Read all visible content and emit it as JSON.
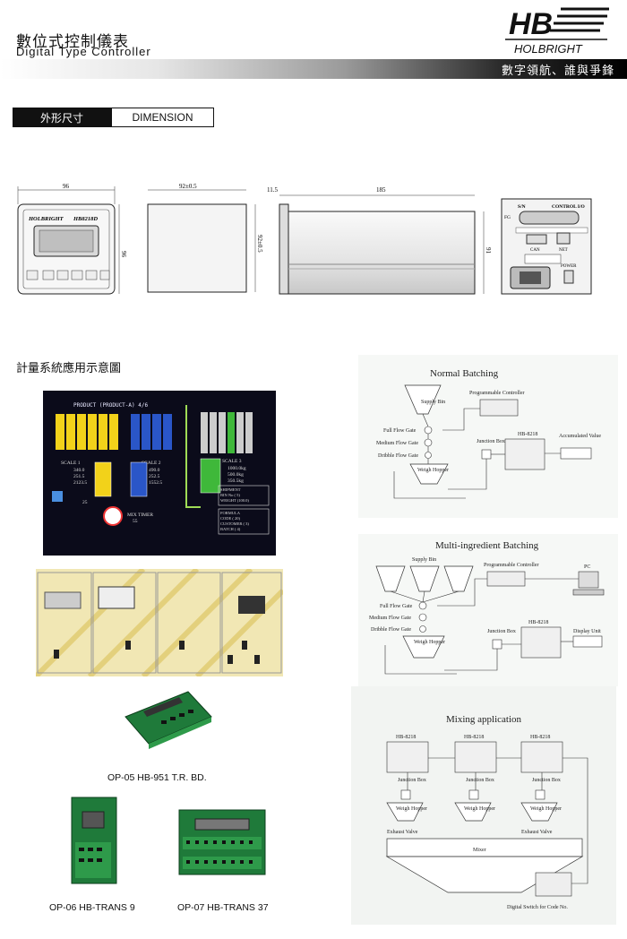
{
  "header": {
    "title_cn": "數位式控制儀表",
    "title_en": "Digital Type Controller",
    "slogan": "數字領航、誰與爭鋒",
    "logo_text": "HOLBRIGHT",
    "logo_mark": "HB"
  },
  "dimension": {
    "tab_cn": "外形尺寸",
    "tab_en": "DIMENSION",
    "front_width": "96",
    "front_height": "96",
    "panel_width": "92±0.5",
    "panel_height": "92±0.5",
    "side_bezel": "11.5",
    "side_length": "185",
    "side_height": "91",
    "front_brand": "HOLBRIGHT",
    "front_model": "HB8218D",
    "rear_sn": "S/N",
    "rear_ctrl": "CONTROL I/O",
    "rear_fg": "FG",
    "rear_can": "CAN",
    "rear_net": "NET",
    "rear_power": "POWER"
  },
  "section2": {
    "title": "計量系統應用示意圖"
  },
  "screen": {
    "header": "PRODUCT (PRODUCT-A)   4/6",
    "scale1": "SCALE 1",
    "scale1_vals": [
      "340.0",
      "251.5",
      "2123.5"
    ],
    "scale2": "SCALE 2",
    "scale2_vals": [
      "490.0",
      "252.5",
      "1552.5"
    ],
    "scale3": "SCALE 3",
    "scale3_vals": [
      "1000.0kg",
      "500.0kg",
      "350.5kg"
    ],
    "mix_timer": "MIX TIMER",
    "mix_val": "55",
    "left_val": "25",
    "shipment": [
      "SHIPMENT",
      "BIN No        ( 5)",
      "WEIGHT   (100.0)"
    ],
    "formula": [
      "FORMULA",
      "CODE        ( 20)",
      "CUSTOMER    ( 3)",
      "BATCH       ( 4)"
    ]
  },
  "products": [
    {
      "caption": "OP-05 HB-951 T.R. BD."
    },
    {
      "caption": "OP-06 HB-TRANS 9"
    },
    {
      "caption": "OP-07 HB-TRANS 37"
    }
  ],
  "normal": {
    "title": "Normal Batching",
    "supply": "Supply Bin",
    "plc": "Programmable Controller",
    "full": "Full Flow Gate",
    "medium": "Medium Flow Gate",
    "dribble": "Dribble Flow Gate",
    "junction": "Junction Box",
    "hb": "HB-8218",
    "acc": "Accumulated Value",
    "weigh": "Weigh Hopper"
  },
  "multi": {
    "title": "Multi-ingredient Batching",
    "supply": "Supply Bin",
    "plc": "Programmable Controller",
    "pc": "PC",
    "full": "Full Flow Gate",
    "medium": "Medium Flow Gate",
    "dribble": "Dribble Flow Gate",
    "junction": "Junction Box",
    "hb": "HB-8218",
    "display": "Display Unit",
    "weigh": "Weigh Hopper"
  },
  "mixing": {
    "title": "Mixing application",
    "hb": "HB-8218",
    "junction": "Junction Box",
    "weigh": "Weigh Hopper",
    "exhaust": "Exhaust Valve",
    "mixer": "Mixer",
    "switch": "Digital Switch for Code No."
  },
  "colors": {
    "screen_bg": "#0b0b1a",
    "yellow": "#f2d21a",
    "blue": "#2a56c8",
    "green": "#3fb83a",
    "pcb": "#1f7a3a",
    "panel_bg": "#f1e7b4"
  }
}
